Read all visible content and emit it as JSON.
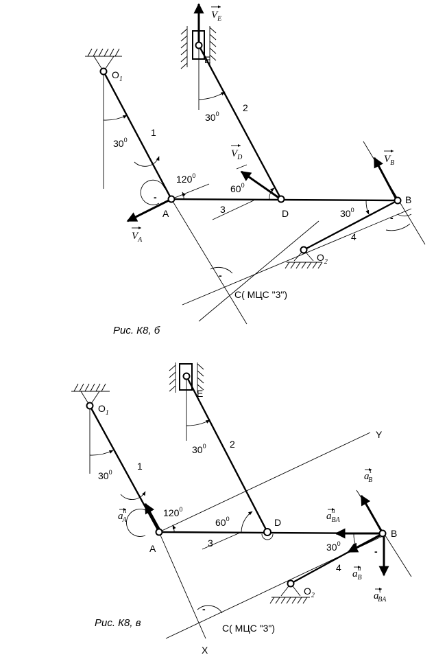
{
  "diagram_b": {
    "caption": "Рис. К8, б",
    "points": {
      "O1": "O",
      "O1_sub": "1",
      "E": "E",
      "A": "A",
      "D": "D",
      "B": "B",
      "O2": "O",
      "O2_sub": "2",
      "C": "С( МЦС \"3\")"
    },
    "links": {
      "l1": "1",
      "l2": "2",
      "l3": "3",
      "l4": "4"
    },
    "angles": {
      "a30_left": "30",
      "a30_top": "30",
      "a120": "120",
      "a60": "60",
      "a30_right": "30",
      "deg": "0"
    },
    "signs": {
      "minus": "-"
    },
    "vectors": {
      "VE": "V",
      "VE_sub": "E",
      "VD": "V",
      "VD_sub": "D",
      "VB": "V",
      "VB_sub": "B",
      "VA": "V",
      "VA_sub": "A"
    }
  },
  "diagram_v": {
    "caption": "Рис. К8, в",
    "points": {
      "O1": "O",
      "O1_sub": "1",
      "E": "E",
      "A": "A",
      "D": "D",
      "B": "B",
      "O2": "O",
      "O2_sub": "2",
      "C": "С( МЦС \"3\")",
      "X": "X",
      "Y": "Y"
    },
    "links": {
      "l1": "1",
      "l2": "2",
      "l3": "3",
      "l4": "4"
    },
    "angles": {
      "a30_left": "30",
      "a30_top": "30",
      "a120": "120",
      "a60": "60",
      "a30_right": "30",
      "deg": "0"
    },
    "signs": {
      "minus": "-"
    },
    "vectors": {
      "aAn": "a",
      "aAn_sup": "n",
      "aAn_sub": "A",
      "aBtau": "a",
      "aBtau_sup": "τ",
      "aBtau_sub": "B",
      "aBAn": "a",
      "aBAn_sup": "n",
      "aBAn_sub": "BA",
      "aBn": "a",
      "aBn_sup": "n",
      "aBn_sub": "B",
      "aBAtau": "a",
      "aBAtau_sup": "τ",
      "aBAtau_sub": "BA"
    }
  }
}
